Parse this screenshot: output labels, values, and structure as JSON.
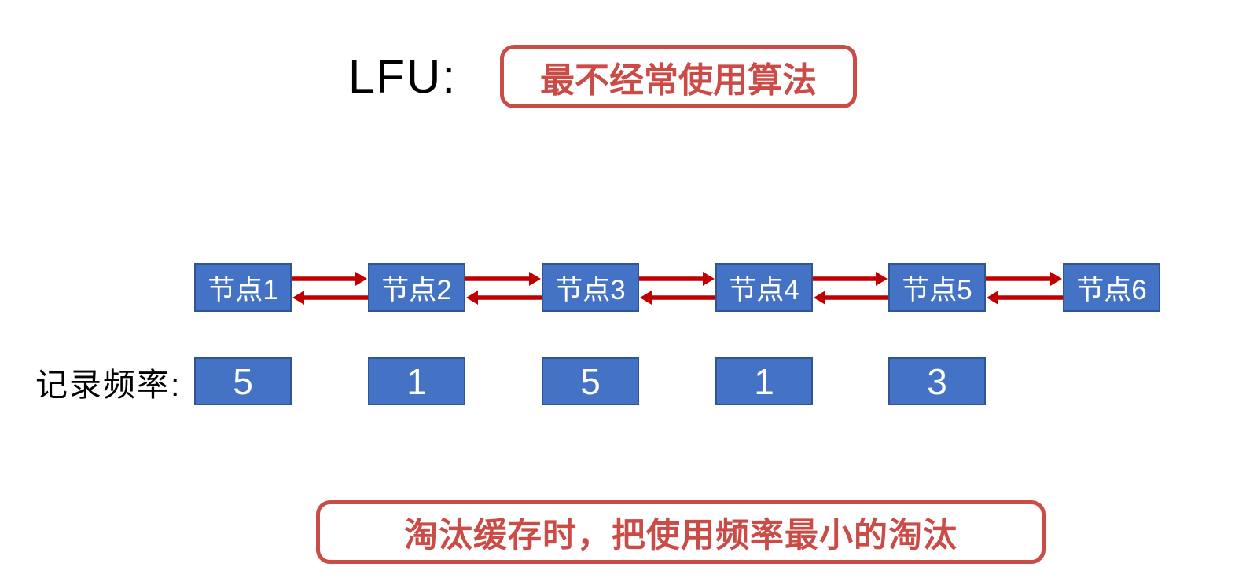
{
  "title": {
    "label": "LFU:",
    "callout": "最不经常使用算法"
  },
  "list": {
    "nodes": [
      "节点1",
      "节点2",
      "节点3",
      "节点4",
      "节点5",
      "节点6"
    ]
  },
  "frequency": {
    "label": "记录频率:",
    "values": [
      5,
      1,
      5,
      1,
      3
    ]
  },
  "footer": {
    "callout": "淘汰缓存时，把使用频率最小的淘汰"
  },
  "colors": {
    "node_fill": "#4472C4",
    "node_border": "#2F5597",
    "arrow_red": "#C00000",
    "callout_red": "#CB4B47",
    "text_black": "#000000"
  }
}
